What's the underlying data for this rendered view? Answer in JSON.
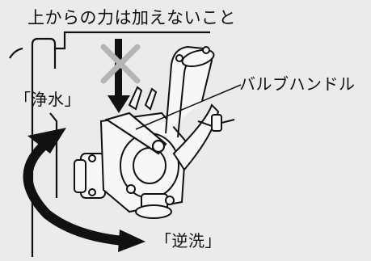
{
  "labels": {
    "title": "上からの力は加えないこと",
    "valve_handle": "バルブハンドル",
    "purify": "「浄水」",
    "backwash": "「逆洗」"
  },
  "colors": {
    "background": "#ebebeb",
    "line": "#111111",
    "cross": "#b5b5b5",
    "part_fill": "#f7f7f7"
  },
  "icons": {
    "forbidden_mark": "x-mark-icon",
    "downward_force": "down-arrow-icon",
    "rotation": "curved-double-arrow-icon"
  }
}
